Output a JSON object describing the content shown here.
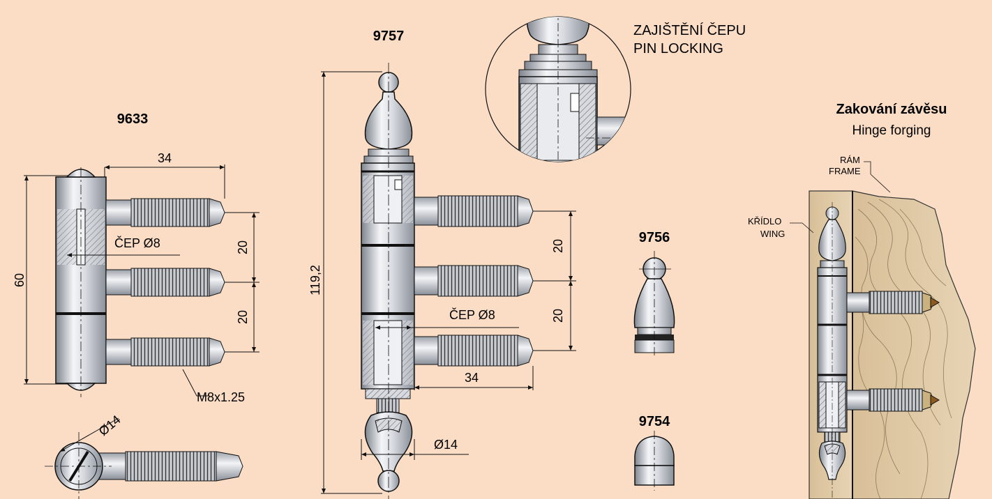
{
  "labels": {
    "model_9633": "9633",
    "model_9757": "9757",
    "model_9756": "9756",
    "model_9754": "9754",
    "pin_locking_cz": "ZAJIŠTĚNÍ ČEPU",
    "pin_locking_en": "PIN LOCKING",
    "forging_cz": "Zakování závěsu",
    "forging_en": "Hinge forging",
    "frame_cz": "RÁM",
    "frame_en": "FRAME",
    "wing_cz": "KŘÍDLO",
    "wing_en": "WING"
  },
  "dimensions": {
    "d9633_length": "34",
    "d9633_height": "60",
    "d9633_pitch_top": "20",
    "d9633_pitch_bottom": "20",
    "d9633_pin": "ČEP Ø8",
    "d9633_thread": "M8x1.25",
    "d9633_dia": "Ø14",
    "d9757_height": "119,2",
    "d9757_pitch_top": "20",
    "d9757_pitch_bottom": "20",
    "d9757_pin": "ČEP Ø8",
    "d9757_length": "34",
    "d9757_dia": "Ø14"
  },
  "colors": {
    "background": "#fbddc6",
    "metal_light": "#eef0f3",
    "metal_dark": "#8c929b",
    "wood": "#e0c9a4",
    "outline": "#111111"
  }
}
